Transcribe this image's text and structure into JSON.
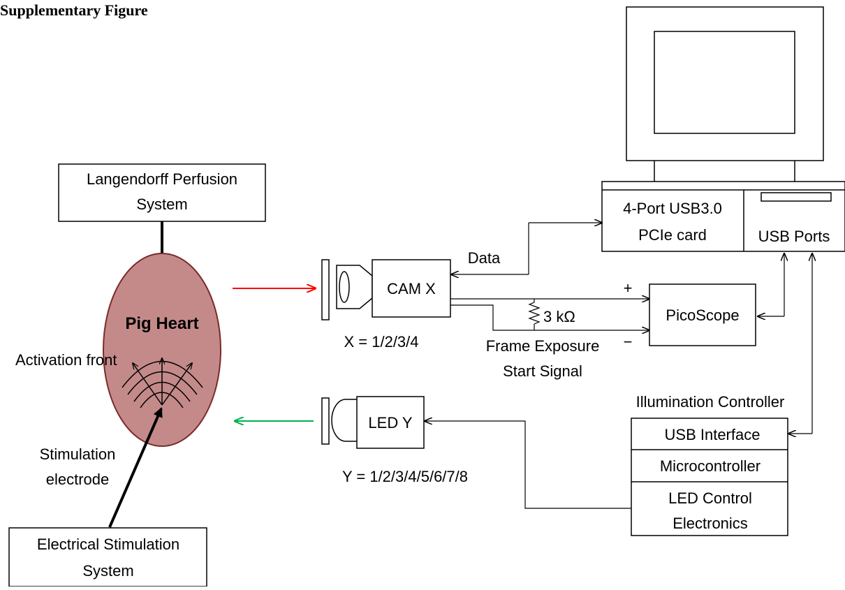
{
  "title": "Supplementary Figure",
  "langendorff": {
    "line1": "Langendorff Perfusion",
    "line2": "System"
  },
  "heart": {
    "label": "Pig Heart",
    "activation": "Activation front"
  },
  "stim_electrode": {
    "line1": "Stimulation",
    "line2": "electrode"
  },
  "stim_system": {
    "line1": "Electrical Stimulation",
    "line2": "System"
  },
  "camera": {
    "label": "CAM X",
    "index": "X = 1/2/3/4"
  },
  "led": {
    "label": "LED Y",
    "index": "Y = 1/2/3/4/5/6/7/8"
  },
  "data_label": "Data",
  "pcie": {
    "line1": "4-Port USB3.0",
    "line2": "PCIe card"
  },
  "usb_ports": "USB Ports",
  "picoscope": "PicoScope",
  "resistor": "3 kΩ",
  "plus": "+",
  "minus": "−",
  "frame_signal": {
    "line1": "Frame Exposure",
    "line2": "Start Signal"
  },
  "illumination": {
    "title": "Illumination Controller",
    "usb_interface": "USB Interface",
    "microcontroller": "Microcontroller",
    "led_control_1": "LED Control",
    "led_control_2": "Electronics"
  },
  "colors": {
    "heart_fill": "#c48a8a",
    "excite_arrow": "#ff0000",
    "emit_arrow": "#00b050",
    "line": "#000000"
  }
}
